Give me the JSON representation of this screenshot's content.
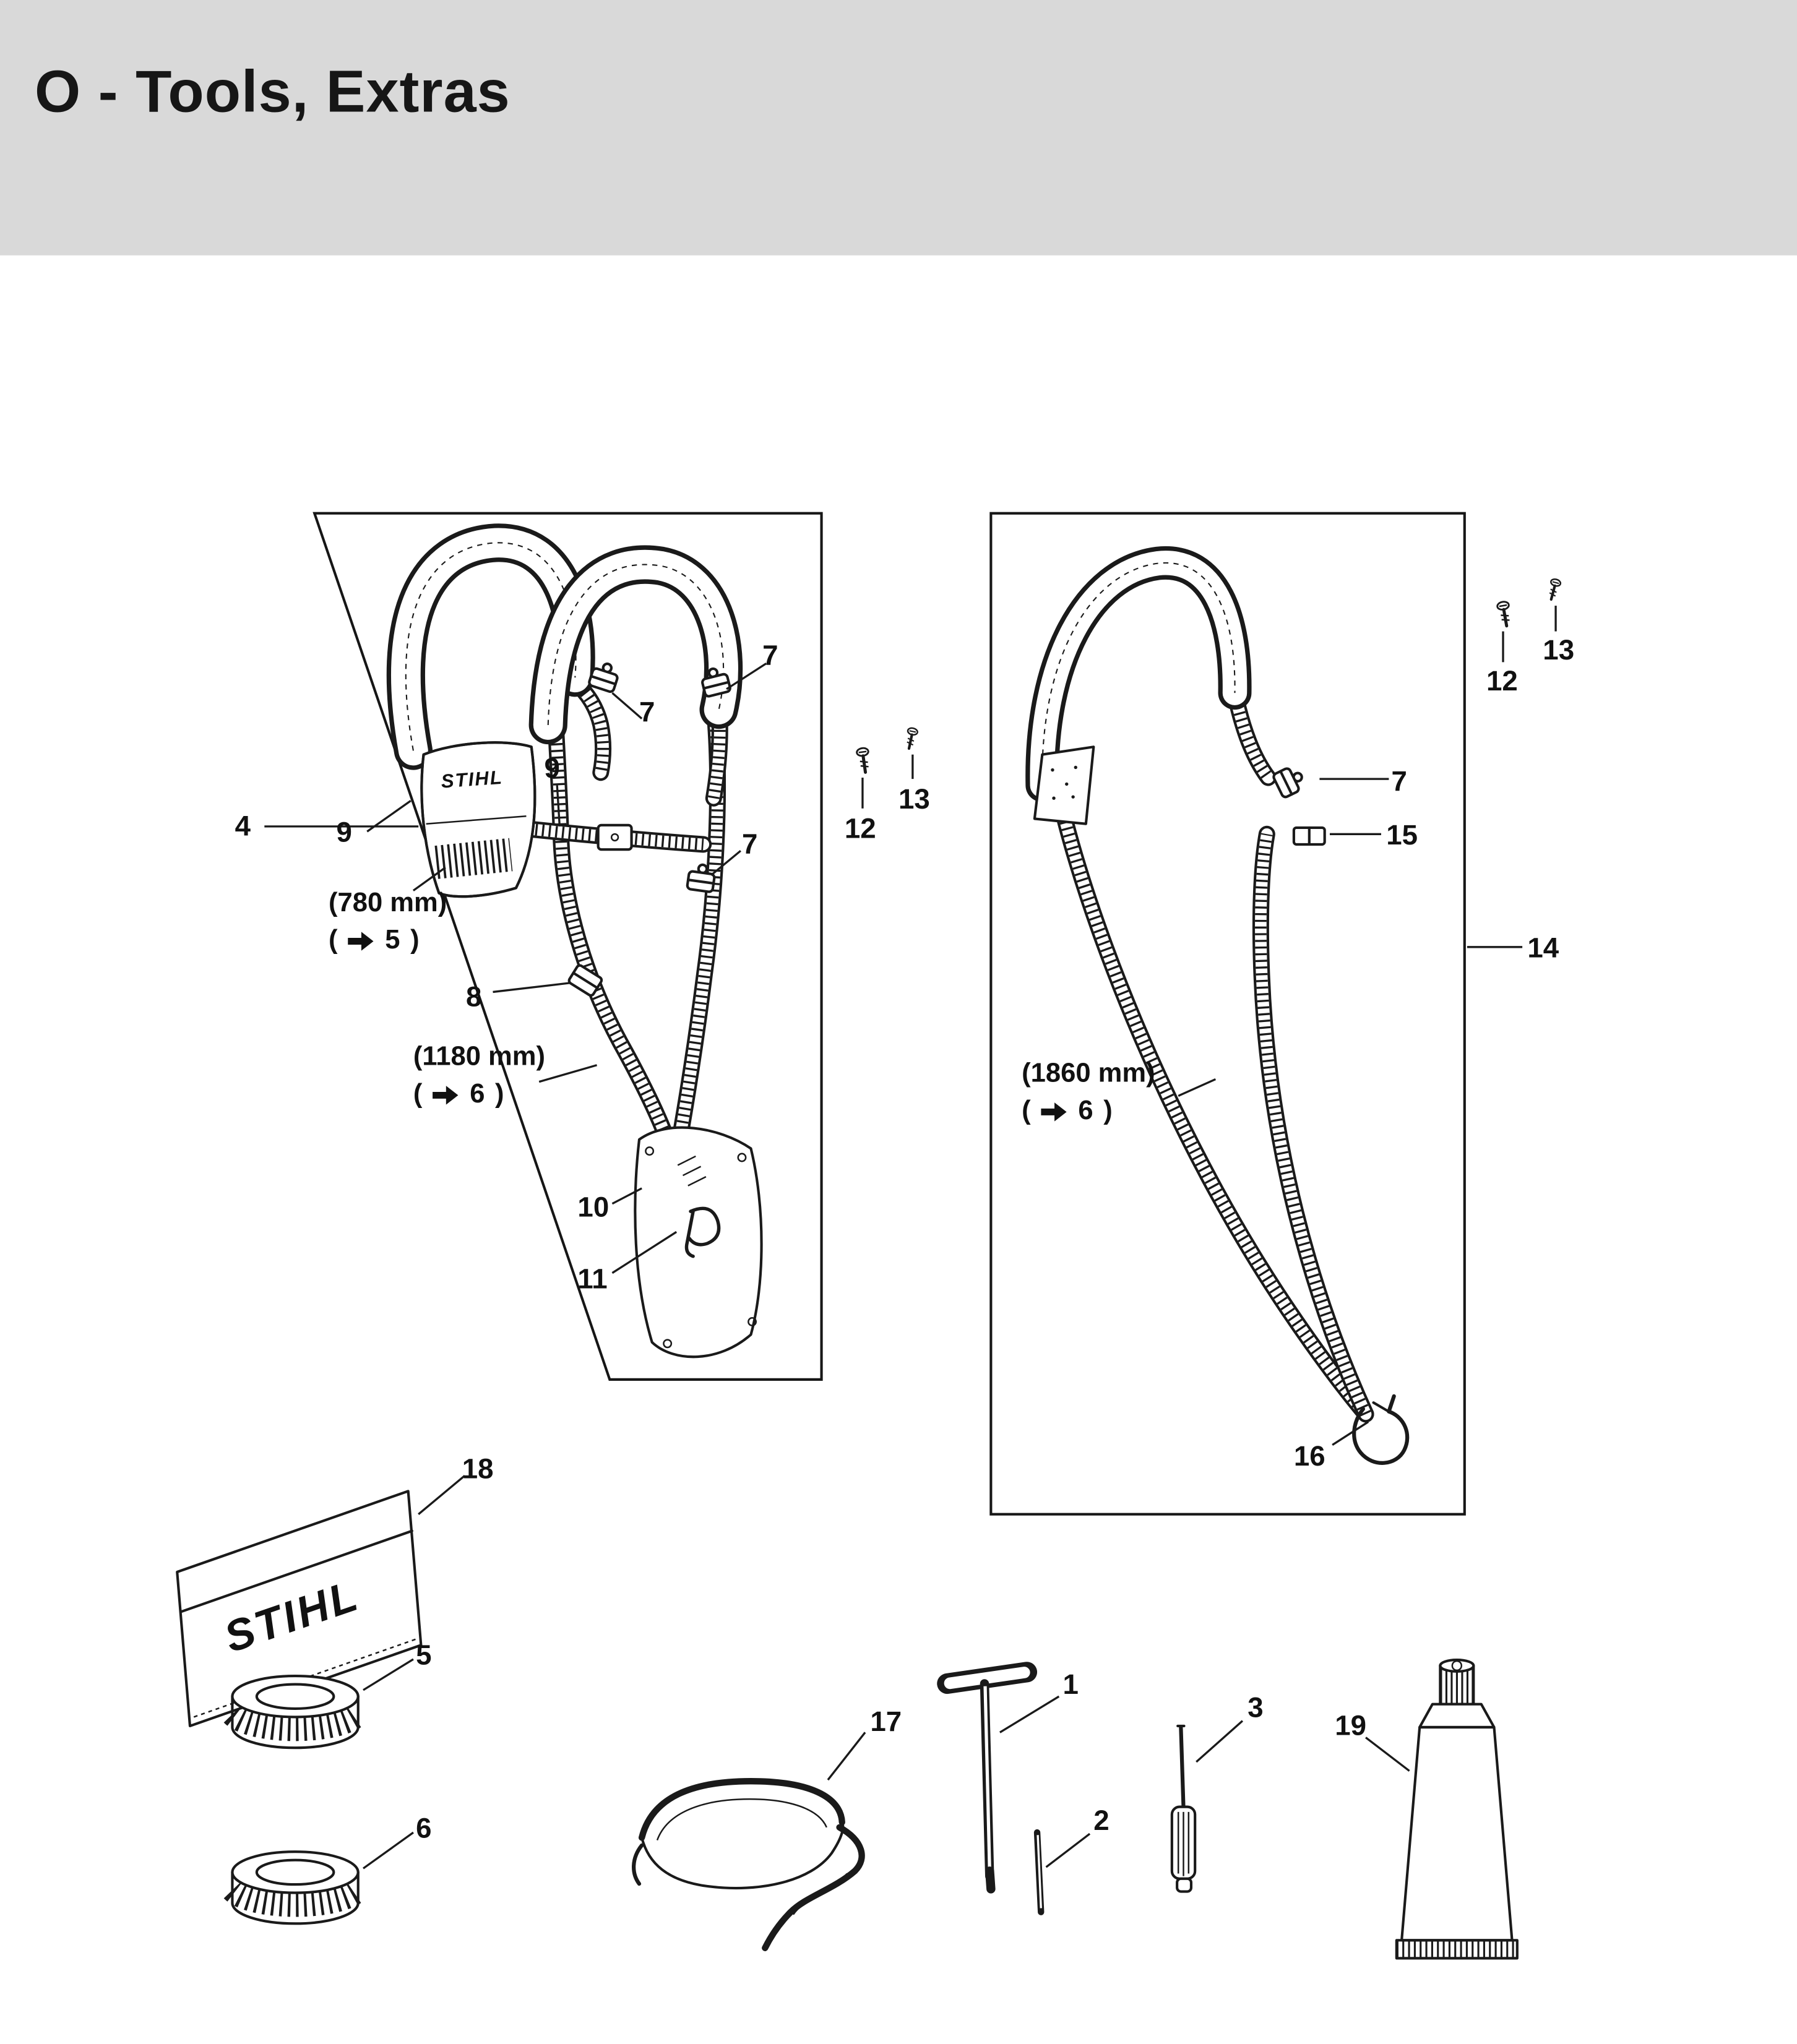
{
  "header": {
    "title": "O - Tools, Extras"
  },
  "brand": {
    "name": "STIHL"
  },
  "icons": {
    "ref_arrow": "right-arrow"
  },
  "callouts": {
    "n1": "1",
    "n2": "2",
    "n3": "3",
    "n4": "4",
    "n5": "5",
    "n6": "6",
    "n7": "7",
    "n8": "8",
    "n9": "9",
    "n10": "10",
    "n11": "11",
    "n12": "12",
    "n13": "13",
    "n14": "14",
    "n15": "15",
    "n16": "16",
    "n17": "17",
    "n18": "18",
    "n19": "19"
  },
  "dimensions": {
    "strap_780": {
      "length": "(780 mm)",
      "open": "(",
      "ref": "5",
      "close": ")"
    },
    "strap_1180": {
      "length": "(1180 mm)",
      "open": "(",
      "ref": "6",
      "close": ")"
    },
    "strap_1860": {
      "length": "(1860 mm)",
      "open": "(",
      "ref": "6",
      "close": ")"
    }
  }
}
